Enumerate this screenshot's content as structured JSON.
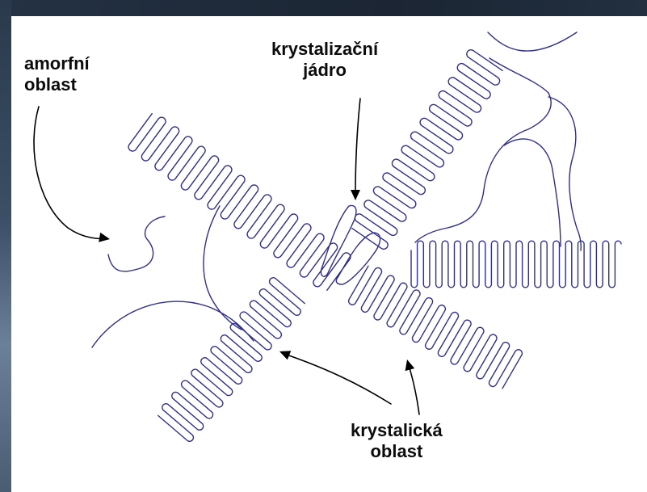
{
  "labels": {
    "amorphous_line1": "amorfní",
    "amorphous_line2": "oblast",
    "nucleus_line1": "krystalizační",
    "nucleus_line2": "jádro",
    "crystalline_line1": "krystalická",
    "crystalline_line2": "oblast"
  },
  "colors": {
    "chain": "#2f2f8a",
    "arrow": "#000000",
    "text": "#0c0c0c"
  }
}
